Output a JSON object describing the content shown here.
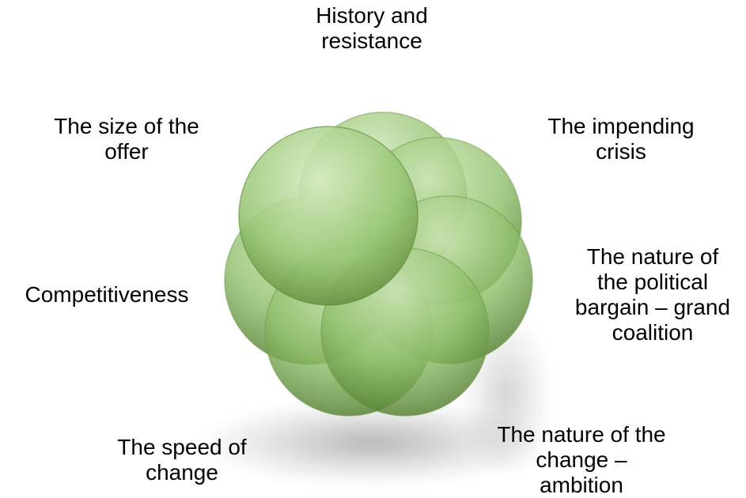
{
  "diagram": {
    "type": "overlapping-circles",
    "labels": {
      "top": "History and\nresistance",
      "top_left": "The size of the\noffer",
      "top_right": "The impending\ncrisis",
      "left": "Competitiveness",
      "right": "The nature of\nthe political\nbargain – grand\ncoalition",
      "bottom_left": "The speed of\nchange",
      "bottom_right": "The nature of the\nchange –\nambition"
    },
    "colors": {
      "circle_fill": "#8fbf6a",
      "circle_dark": "#4f7a2c",
      "circle_stroke": "#6f9a4a",
      "text": "#000000"
    }
  }
}
